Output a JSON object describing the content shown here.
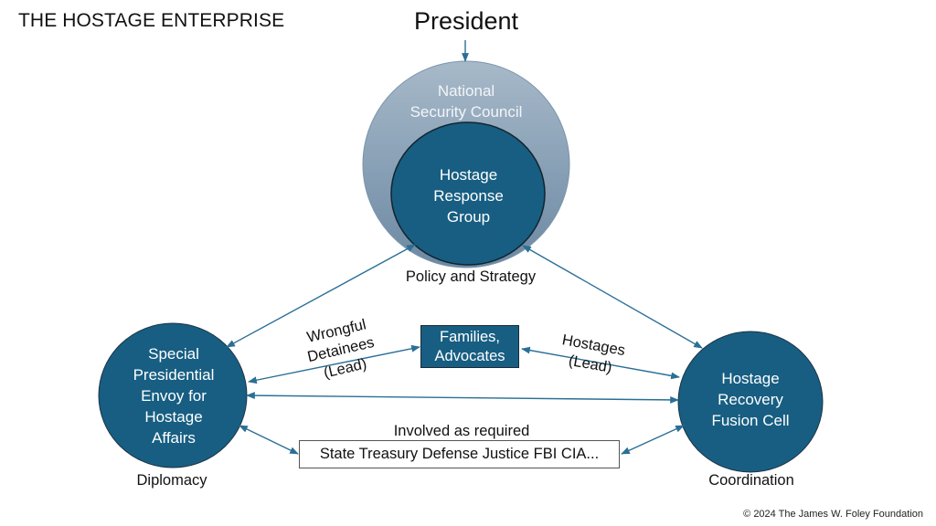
{
  "title": "THE HOSTAGE ENTERPRISE",
  "top_node": "President",
  "nodes": {
    "nsc": {
      "lines": [
        "National",
        "Security Council"
      ]
    },
    "hrg": {
      "lines": [
        "Hostage",
        "Response",
        "Group"
      ]
    },
    "envoy": {
      "lines": [
        "Special",
        "Presidential",
        "Envoy for",
        "Hostage",
        "Affairs"
      ]
    },
    "hrfc": {
      "lines": [
        "Hostage",
        "Recovery",
        "Fusion Cell"
      ]
    },
    "families": {
      "lines": [
        "Families,",
        "Advocates"
      ]
    },
    "agencies": {
      "label": "State Treasury Defense Justice FBI CIA..."
    }
  },
  "captions": {
    "policy": "Policy and Strategy",
    "diplomacy": "Diplomacy",
    "coordination": "Coordination",
    "involved": "Involved as required"
  },
  "edge_labels": {
    "wrongful": [
      "Wrongful",
      "Detainees",
      "(Lead)"
    ],
    "hostages": [
      "Hostages",
      "(Lead)"
    ]
  },
  "colors": {
    "nsc_top": "#a3b6c7",
    "nsc_bottom": "#6e8ba5",
    "node_fill": "#175e82",
    "arrow": "#2a6f96"
  },
  "footer": "© 2024 The James W. Foley Foundation"
}
